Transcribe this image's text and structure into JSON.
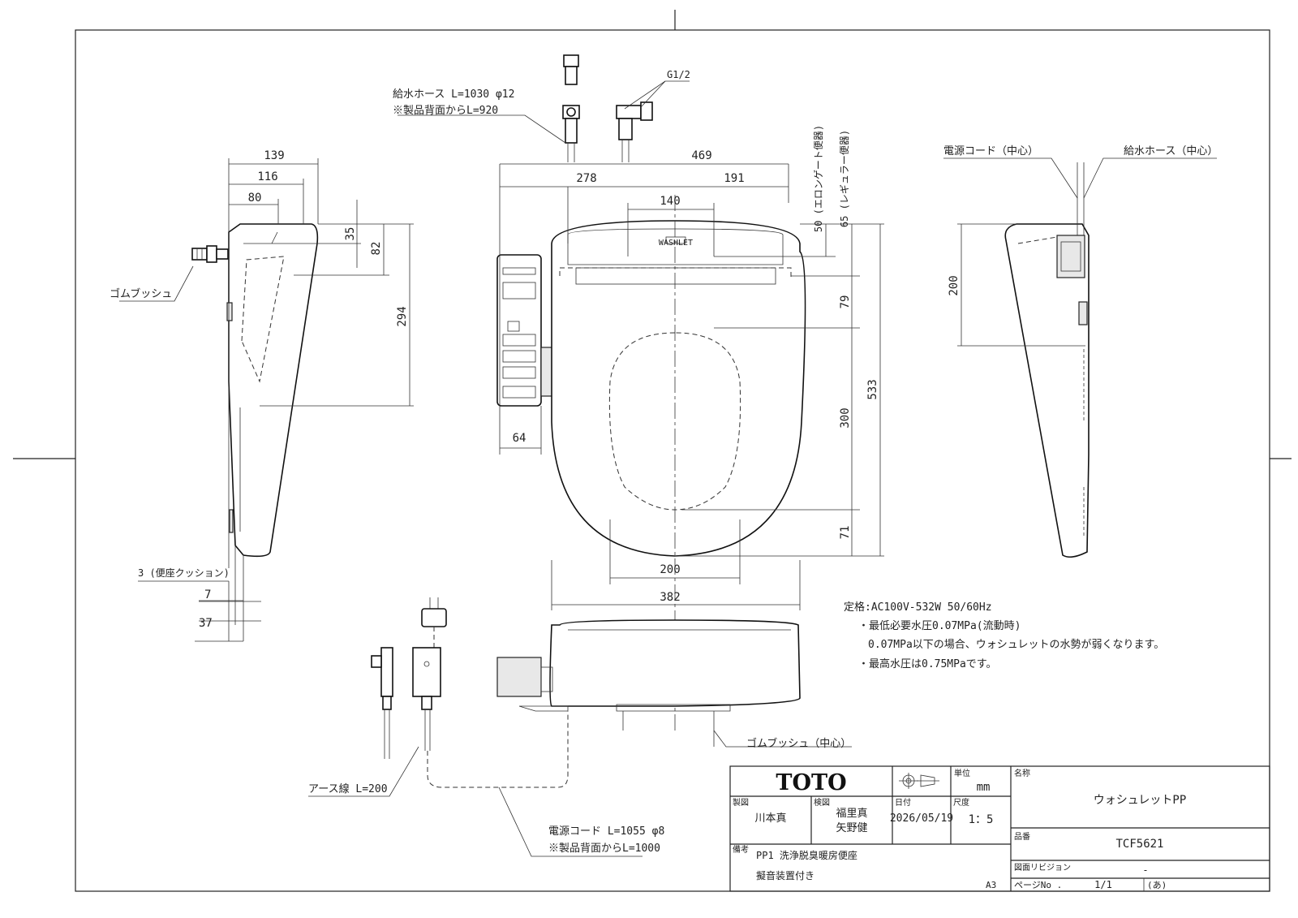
{
  "dimensions": {
    "side_139": "139",
    "side_116": "116",
    "side_80": "80",
    "side_35": "35",
    "side_82": "82",
    "side_294": "294",
    "side_3": "3 (便座クッション)",
    "side_7": "7",
    "side_37": "37",
    "top_469": "469",
    "top_278": "278",
    "top_191": "191",
    "top_140": "140",
    "top_64": "64",
    "top_200": "200",
    "top_382": "382",
    "right_50": "50 (エロンゲート便器)",
    "right_65": "65 (レギュラー便器)",
    "right_79": "79",
    "right_533": "533",
    "right_300": "300",
    "right_71": "71",
    "rside_200": "200"
  },
  "labels": {
    "supply_hose": "給水ホース L=1030 φ12",
    "supply_hose_note": "※製品背面からL=920",
    "g12": "G1/2",
    "rubber_bush": "ゴムブッシュ",
    "power_cord_center": "電源コード（中心）",
    "supply_hose_center": "給水ホース（中心）",
    "rubber_bush_center": "ゴムブッシュ（中心）",
    "earth_wire": "アース線 L=200",
    "power_cord": "電源コード L=1055 φ8",
    "power_cord_note": "※製品背面からL=1000",
    "spec_1": "定格:AC100V-532W 50/60Hz",
    "spec_2": "・最低必要水圧0.07MPa(流動時)",
    "spec_3": "0.07MPa以下の場合、ウォシュレットの水勢が弱くなります。",
    "spec_4": "・最高水圧は0.75MPaです。",
    "logo_plate": "WASHLET"
  },
  "title_block": {
    "brand": "TOTO",
    "unit_label": "単位",
    "unit": "mm",
    "designer_label": "製図",
    "designer": "川本真",
    "checker_label": "検図",
    "checker_1": "福里真",
    "checker_2": "矢野健",
    "date_label": "日付",
    "date": "2026/05/19",
    "scale_label": "尺度",
    "scale": "1：5",
    "name_label": "名称",
    "name": "ウォシュレットPP",
    "number_label": "品番",
    "number": "TCF5621",
    "remarks_label": "備考",
    "remarks_1": "PP1 洗浄脱臭暖房便座",
    "remarks_2": "擬音装置付き",
    "revision_label": "図面リビジョン",
    "revision": "-",
    "paper": "A3",
    "page_label": "ページNo .",
    "page": "1/1",
    "page_mark": "(あ)"
  }
}
